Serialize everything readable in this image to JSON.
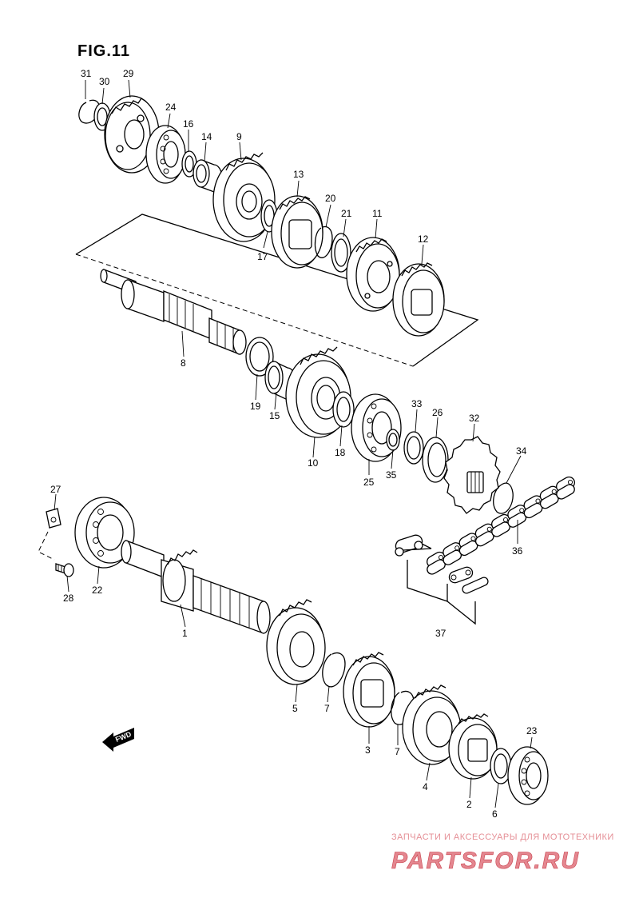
{
  "figure": {
    "title": "FIG.11"
  },
  "fwd_label": "FWD",
  "callouts": [
    {
      "id": "31",
      "text": "31"
    },
    {
      "id": "30",
      "text": "30"
    },
    {
      "id": "29",
      "text": "29"
    },
    {
      "id": "24",
      "text": "24"
    },
    {
      "id": "16",
      "text": "16"
    },
    {
      "id": "14",
      "text": "14"
    },
    {
      "id": "9",
      "text": "9"
    },
    {
      "id": "13",
      "text": "13"
    },
    {
      "id": "20",
      "text": "20"
    },
    {
      "id": "21",
      "text": "21"
    },
    {
      "id": "11",
      "text": "11"
    },
    {
      "id": "12",
      "text": "12"
    },
    {
      "id": "17",
      "text": "17"
    },
    {
      "id": "8",
      "text": "8"
    },
    {
      "id": "19",
      "text": "19"
    },
    {
      "id": "15",
      "text": "15"
    },
    {
      "id": "10",
      "text": "10"
    },
    {
      "id": "18",
      "text": "18"
    },
    {
      "id": "25",
      "text": "25"
    },
    {
      "id": "35",
      "text": "35"
    },
    {
      "id": "33",
      "text": "33"
    },
    {
      "id": "26",
      "text": "26"
    },
    {
      "id": "32",
      "text": "32"
    },
    {
      "id": "34",
      "text": "34"
    },
    {
      "id": "36",
      "text": "36"
    },
    {
      "id": "37",
      "text": "37"
    },
    {
      "id": "27",
      "text": "27"
    },
    {
      "id": "22",
      "text": "22"
    },
    {
      "id": "28",
      "text": "28"
    },
    {
      "id": "1",
      "text": "1"
    },
    {
      "id": "5",
      "text": "5"
    },
    {
      "id": "7a",
      "text": "7"
    },
    {
      "id": "3",
      "text": "3"
    },
    {
      "id": "7b",
      "text": "7"
    },
    {
      "id": "4",
      "text": "4"
    },
    {
      "id": "2",
      "text": "2"
    },
    {
      "id": "6",
      "text": "6"
    },
    {
      "id": "23",
      "text": "23"
    }
  ],
  "watermark": {
    "subtitle": "ЗАПЧАСТИ И АКСЕССУАРЫ ДЛЯ МОТОТЕХНИКИ",
    "brand": "PARTSFOR.RU",
    "color": "#e4868f"
  }
}
